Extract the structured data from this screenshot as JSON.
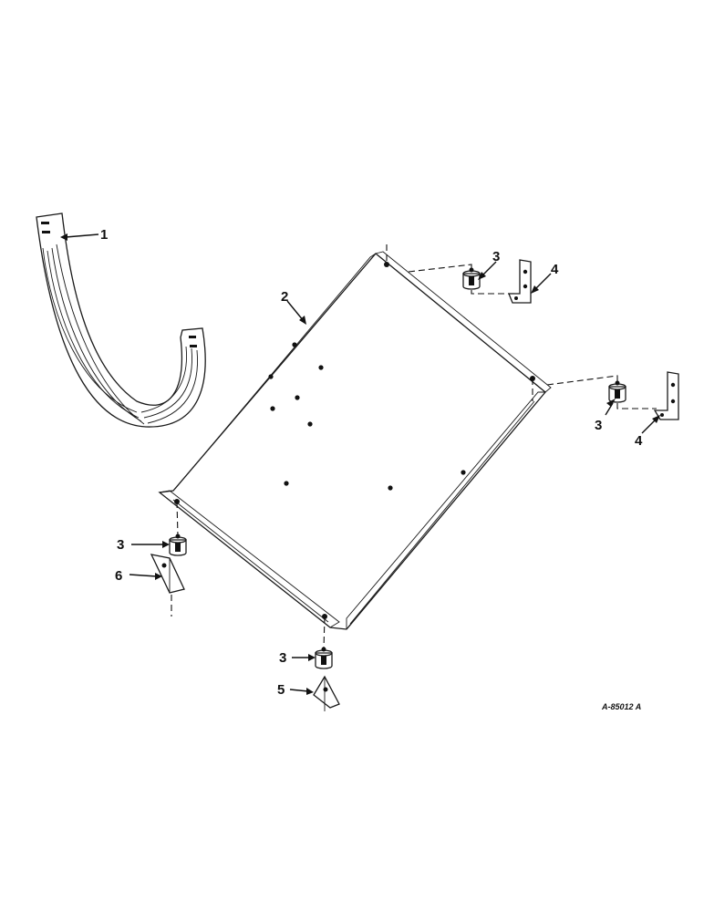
{
  "figure_code": "A-85012 A",
  "callouts": {
    "strap": "1",
    "plate": "2",
    "mount_top": "3",
    "mount_right": "3",
    "mount_left": "3",
    "mount_bottom": "3",
    "bracket_top": "4",
    "bracket_right": "4",
    "bracket_bottom": "5",
    "bracket_left": "6"
  }
}
